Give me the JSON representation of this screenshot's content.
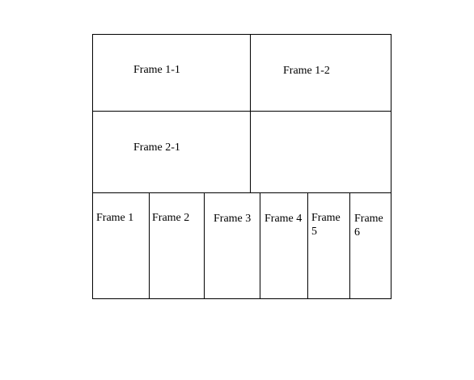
{
  "frames": {
    "top_left": "Frame 1-1",
    "top_right": "Frame 1-2",
    "mid_left": "Frame 2-1",
    "mid_right": "",
    "bottom": [
      "Frame 1",
      "Frame 2",
      "Frame 3",
      "Frame 4",
      "Frame 5",
      "Frame 6"
    ]
  }
}
